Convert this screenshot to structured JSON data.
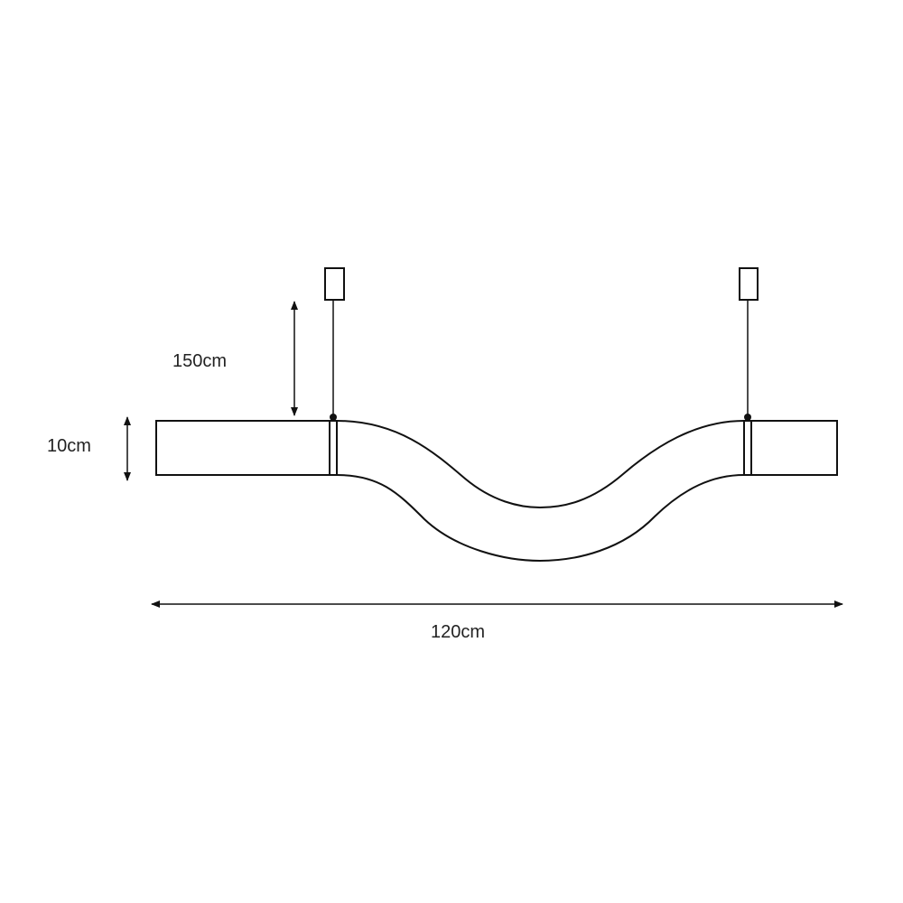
{
  "dimensions": {
    "drop_length": "150cm",
    "height": "10cm",
    "width": "120cm"
  },
  "colors": {
    "line": "#111111",
    "background": "#ffffff"
  }
}
